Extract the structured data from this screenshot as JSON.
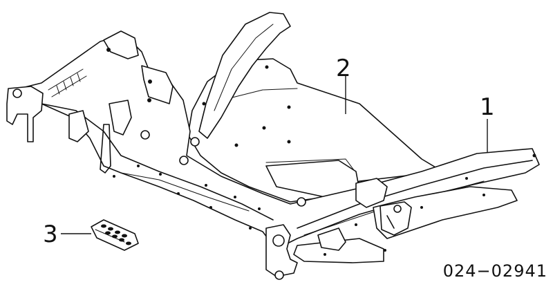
{
  "diagram": {
    "callouts": [
      {
        "id": "1",
        "label": "1"
      },
      {
        "id": "2",
        "label": "2"
      },
      {
        "id": "3",
        "label": "3"
      }
    ],
    "part_number": "024−02941"
  }
}
